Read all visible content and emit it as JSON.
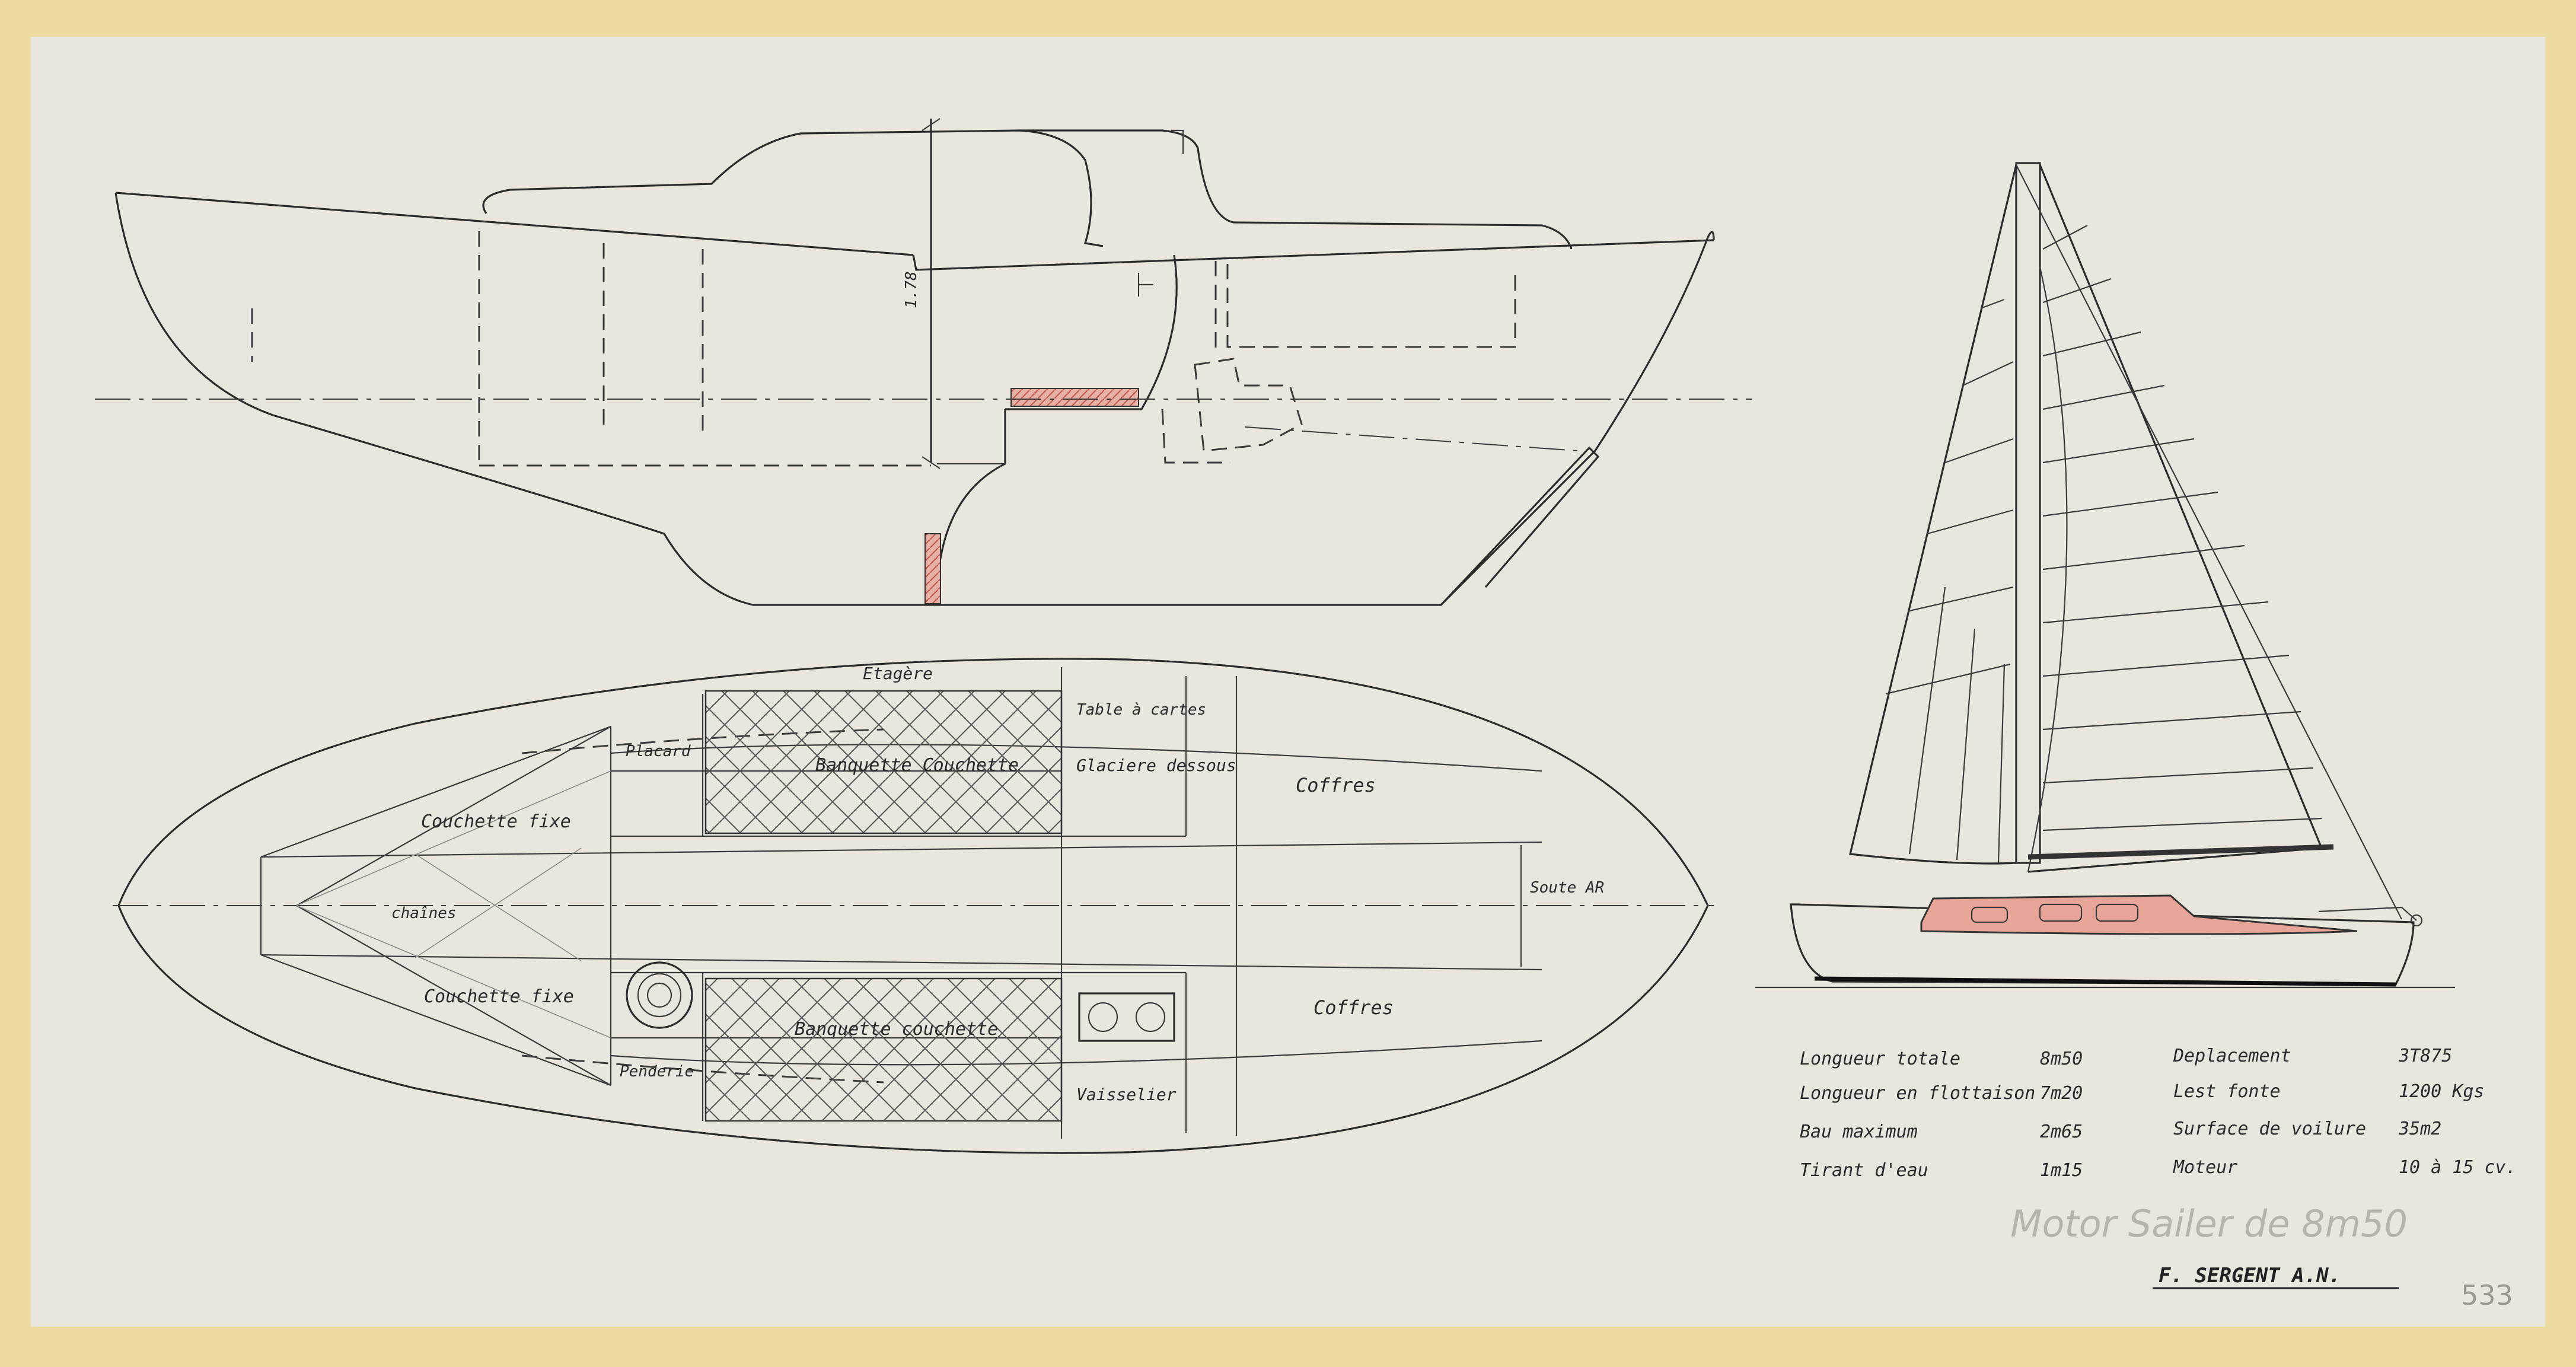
{
  "colors": {
    "paper": "#e9e7dd",
    "border": "#eddca2",
    "ink": "#2b2b2b",
    "hatch_red": "#d98a7f"
  },
  "side_view": {
    "height_dimension": "1.78"
  },
  "plan_labels": {
    "etagere": "Etagère",
    "table_cartes": "Table à cartes",
    "placard": "Placard",
    "banquette_top": "Banquette Couchette",
    "glaciere": "Glaciere dessous",
    "coffres_top": "Coffres",
    "couchette_top": "Couchette fixe",
    "soute": "Soute AR",
    "chaines": "chaînes",
    "couchette_bottom": "Couchette fixe",
    "banquette_bottom": "Banquette couchette",
    "coffres_bottom": "Coffres",
    "penderie": "Penderie",
    "vaisselier": "Vaisselier"
  },
  "specs_left": [
    {
      "label": "Longueur totale",
      "value": "8m50"
    },
    {
      "label": "Longueur en flottaison",
      "value": "7m20"
    },
    {
      "label": "Bau maximum",
      "value": "2m65"
    },
    {
      "label": "Tirant d'eau",
      "value": "1m15"
    }
  ],
  "specs_right": [
    {
      "label": "Deplacement",
      "value": "3T875"
    },
    {
      "label": "Lest fonte",
      "value": "1200 Kgs"
    },
    {
      "label": "Surface de voilure",
      "value": "35m2"
    },
    {
      "label": "Moteur",
      "value": "10 à 15 cv."
    }
  ],
  "pencil_title": "Motor Sailer de 8m50",
  "signature": "F. SERGENT A.N.",
  "sheet_number": "533"
}
